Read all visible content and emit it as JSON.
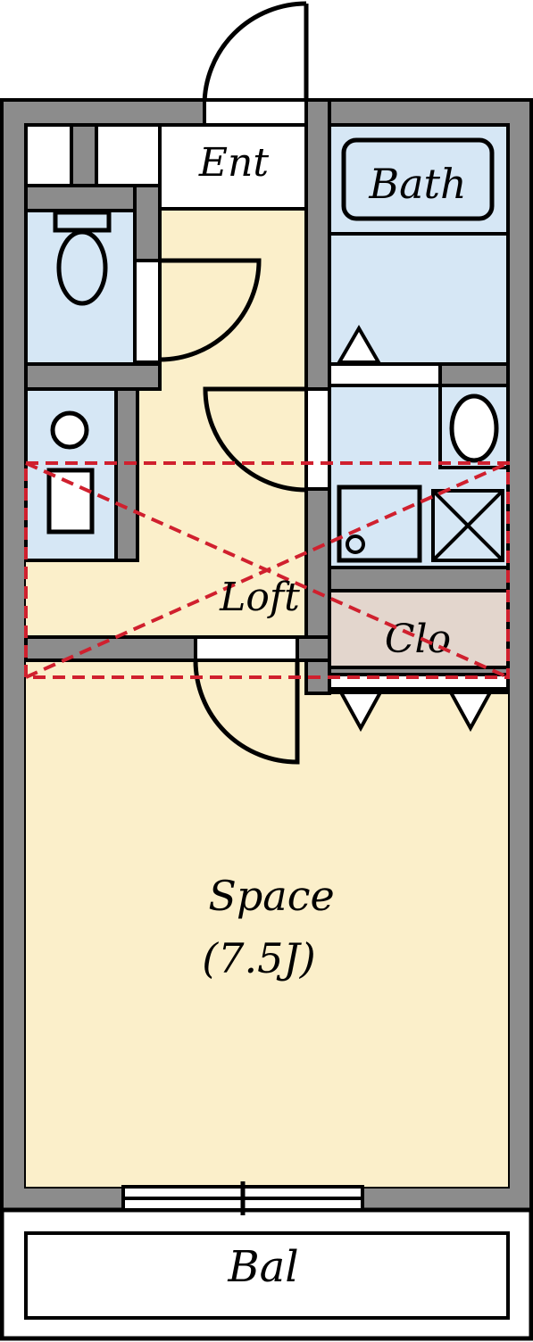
{
  "labels": {
    "entrance": "Ent",
    "bath": "Bath",
    "loft": "Loft",
    "closet": "Clo",
    "main_room": "Space",
    "main_room_size": "(7.5J)",
    "balcony": "Bal"
  },
  "colors": {
    "wall": "#8c8c8c",
    "line": "#000000",
    "floor": "#fbefca",
    "wet_area": "#d6e7f5",
    "closet": "#e3d6cd",
    "loft_outline": "#d0202e",
    "background": "#ffffff"
  }
}
